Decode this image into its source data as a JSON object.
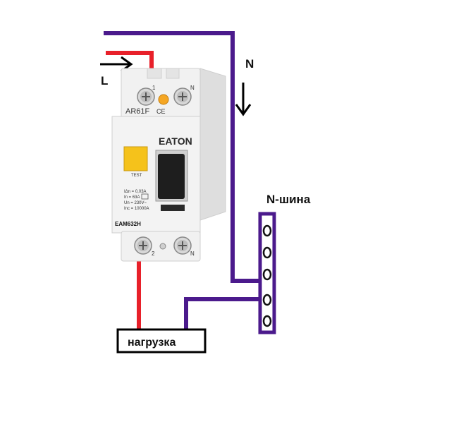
{
  "labels": {
    "phase": "L",
    "neutral": "N",
    "bus": "N-шина",
    "load": "нагрузка"
  },
  "device": {
    "brand": "EATON",
    "model_top": "AR61F",
    "model": "EAM632H",
    "test_label": "TEST",
    "terminal_top_left": "1",
    "terminal_top_right": "N",
    "terminal_bottom_left": "2",
    "terminal_bottom_right": "N",
    "specs": [
      "IΔn = 0,03A",
      "In = 63A",
      "Un = 230V~",
      "Inc = 10000A"
    ]
  },
  "colors": {
    "phase_wire": "#e8202a",
    "neutral_wire": "#4b1a8c",
    "device_body": "#f1f1f1",
    "test_button": "#f5c21b",
    "arrow": "#000000"
  }
}
